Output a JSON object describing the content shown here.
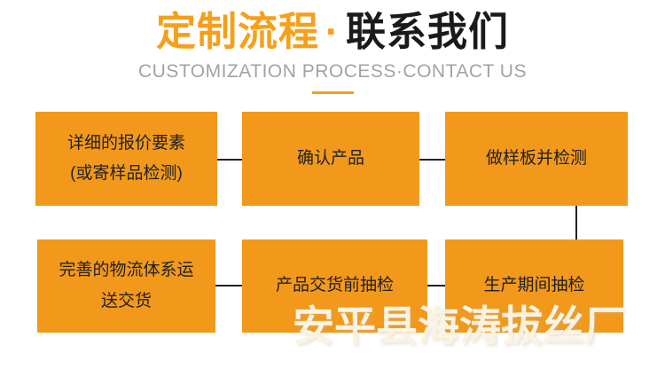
{
  "header": {
    "title_orange": "定制流程",
    "title_separator": "·",
    "title_black": "联系我们",
    "subtitle": "CUSTOMIZATION PROCESS·CONTACT US"
  },
  "flowchart": {
    "steps": [
      {
        "label": "详细的报价要素\n(或寄样品检测)"
      },
      {
        "label": "确认产品"
      },
      {
        "label": "做样板并检测"
      },
      {
        "label": "生产期间抽检"
      },
      {
        "label": "产品交货前抽检"
      },
      {
        "label": "完善的物流体系运\n送交货"
      }
    ]
  },
  "watermark": "安平县海涛拔丝厂",
  "colors": {
    "accent_orange": "#F5A01B",
    "box_orange": "#F2991B",
    "title_black": "#1A1A1A",
    "subtitle_gray": "#A3A3A3",
    "connector_black": "#222222",
    "watermark_cream": "#FBF3E2"
  }
}
